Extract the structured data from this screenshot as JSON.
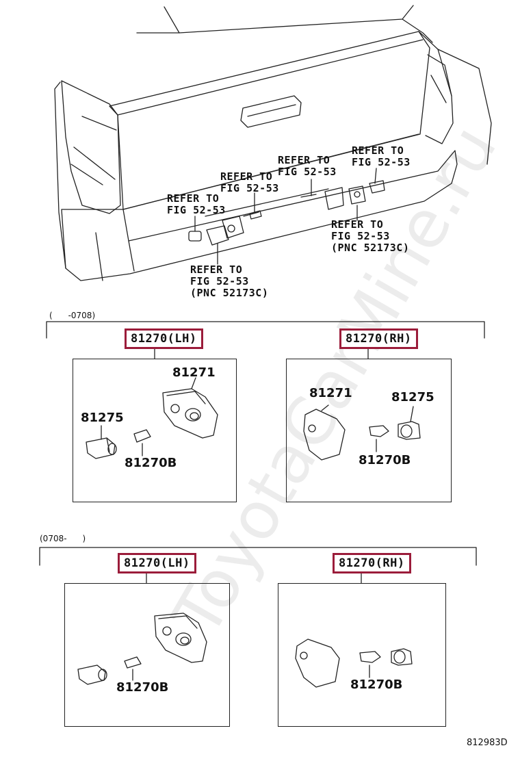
{
  "diagram_code": "812983D",
  "watermark": "ToyotaCarMine.ru",
  "top_refs": {
    "r1": "REFER TO\nFIG 52-53",
    "r2": "REFER TO\nFIG 52-53",
    "r3": "REFER TO\nFIG 52-53",
    "r4": "REFER TO\nFIG 52-53",
    "r5": "REFER TO\nFIG 52-53\n(PNC 52173C)",
    "r6": "REFER TO\nFIG 52-53\n(PNC 52173C)"
  },
  "section1": {
    "range": "(      -0708)",
    "lh_label": "81270(LH)",
    "rh_label": "81270(RH)",
    "lh_parts": {
      "lens": "81271",
      "socket": "81275",
      "bulb": "81270B"
    },
    "rh_parts": {
      "lens": "81271",
      "socket": "81275",
      "bulb": "81270B"
    }
  },
  "section2": {
    "range": "(0708-      )",
    "lh_label": "81270(LH)",
    "rh_label": "81270(RH)",
    "lh_parts": {
      "bulb": "81270B"
    },
    "rh_parts": {
      "bulb": "81270B"
    }
  }
}
